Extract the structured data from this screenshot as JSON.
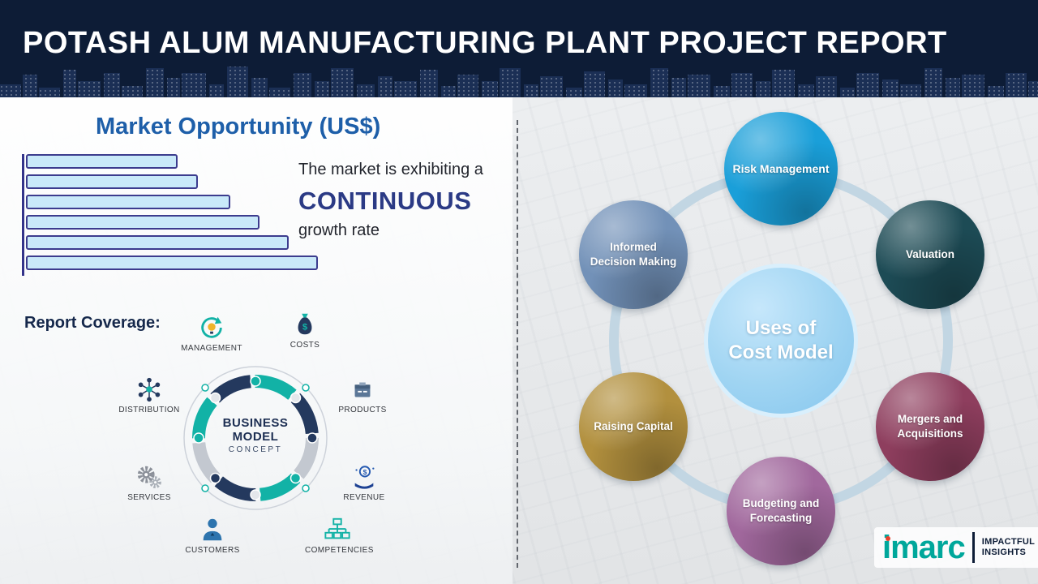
{
  "header": {
    "title": "POTASH ALUM MANUFACTURING PLANT PROJECT REPORT"
  },
  "market": {
    "title": "Market Opportunity (US$)",
    "growth_line1": "The market is exhibiting a",
    "growth_line2": "CONTINUOUS",
    "growth_line3": "growth rate"
  },
  "chart_data": {
    "type": "bar",
    "orientation": "horizontal",
    "title": "Market Opportunity (US$)",
    "values": [
      52,
      59,
      70,
      80,
      90,
      100
    ],
    "value_scale": "relative (bars unlabeled, lengths estimated 0-100)",
    "bar_fill_color": "#c9e9f9",
    "bar_border_color": "#3c3c8e",
    "axis_color": "#33338a",
    "grid": "off",
    "legend": "none"
  },
  "report_coverage": {
    "label": "Report Coverage:"
  },
  "business_model": {
    "center_line1": "BUSINESS",
    "center_line2": "MODEL",
    "center_line3": "CONCEPT",
    "items": [
      {
        "label": "MANAGEMENT",
        "icon": "management-cycle-icon"
      },
      {
        "label": "COSTS",
        "icon": "money-bag-icon"
      },
      {
        "label": "DISTRIBUTION",
        "icon": "network-icon"
      },
      {
        "label": "PRODUCTS",
        "icon": "box-icon"
      },
      {
        "label": "SERVICES",
        "icon": "gears-icon"
      },
      {
        "label": "REVENUE",
        "icon": "hand-coin-icon"
      },
      {
        "label": "CUSTOMERS",
        "icon": "person-icon"
      },
      {
        "label": "COMPETENCIES",
        "icon": "org-chart-icon"
      }
    ],
    "accent_teal": "#12b2a6",
    "accent_navy": "#24395e"
  },
  "cost_model": {
    "center_line1": "Uses of",
    "center_line2": "Cost Model",
    "center_color": "#9fd4f2",
    "ring_color": "#c2d6e3",
    "items": [
      {
        "label": "Risk Management",
        "color": "#1a9fd9"
      },
      {
        "label": "Valuation",
        "color": "#1d4b55"
      },
      {
        "label": "Mergers and Acquisitions",
        "color": "#8e3e5e"
      },
      {
        "label": "Budgeting and Forecasting",
        "color": "#a1689d"
      },
      {
        "label": "Raising Capital",
        "color": "#b2903e"
      },
      {
        "label": "Informed Decision Making",
        "color": "#7291b8"
      }
    ]
  },
  "logo": {
    "brand": "imarc",
    "tagline_line1": "IMPACTFUL",
    "tagline_line2": "INSIGHTS",
    "brand_color": "#00a79b"
  },
  "colors": {
    "header_bg": "#0d1c36",
    "market_title_blue": "#1e5fa9",
    "continuous_navy": "#2b3a85"
  }
}
